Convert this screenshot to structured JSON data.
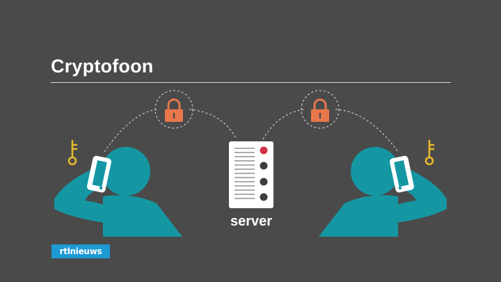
{
  "title": "Cryptofoon",
  "server_label": "server",
  "logo_text": "rtlnieuws",
  "icons": [
    "padlock-icon",
    "key-icon",
    "phone-icon",
    "server-icon",
    "person-icon"
  ],
  "colors": {
    "background": "#4a4a4a",
    "person": "#1497a3",
    "lock": "#e8784b",
    "key": "#e8b92d",
    "server_indicator_active": "#d23246",
    "server_indicator": "#3d3d3d",
    "logo_bg": "#1d9ad4"
  }
}
